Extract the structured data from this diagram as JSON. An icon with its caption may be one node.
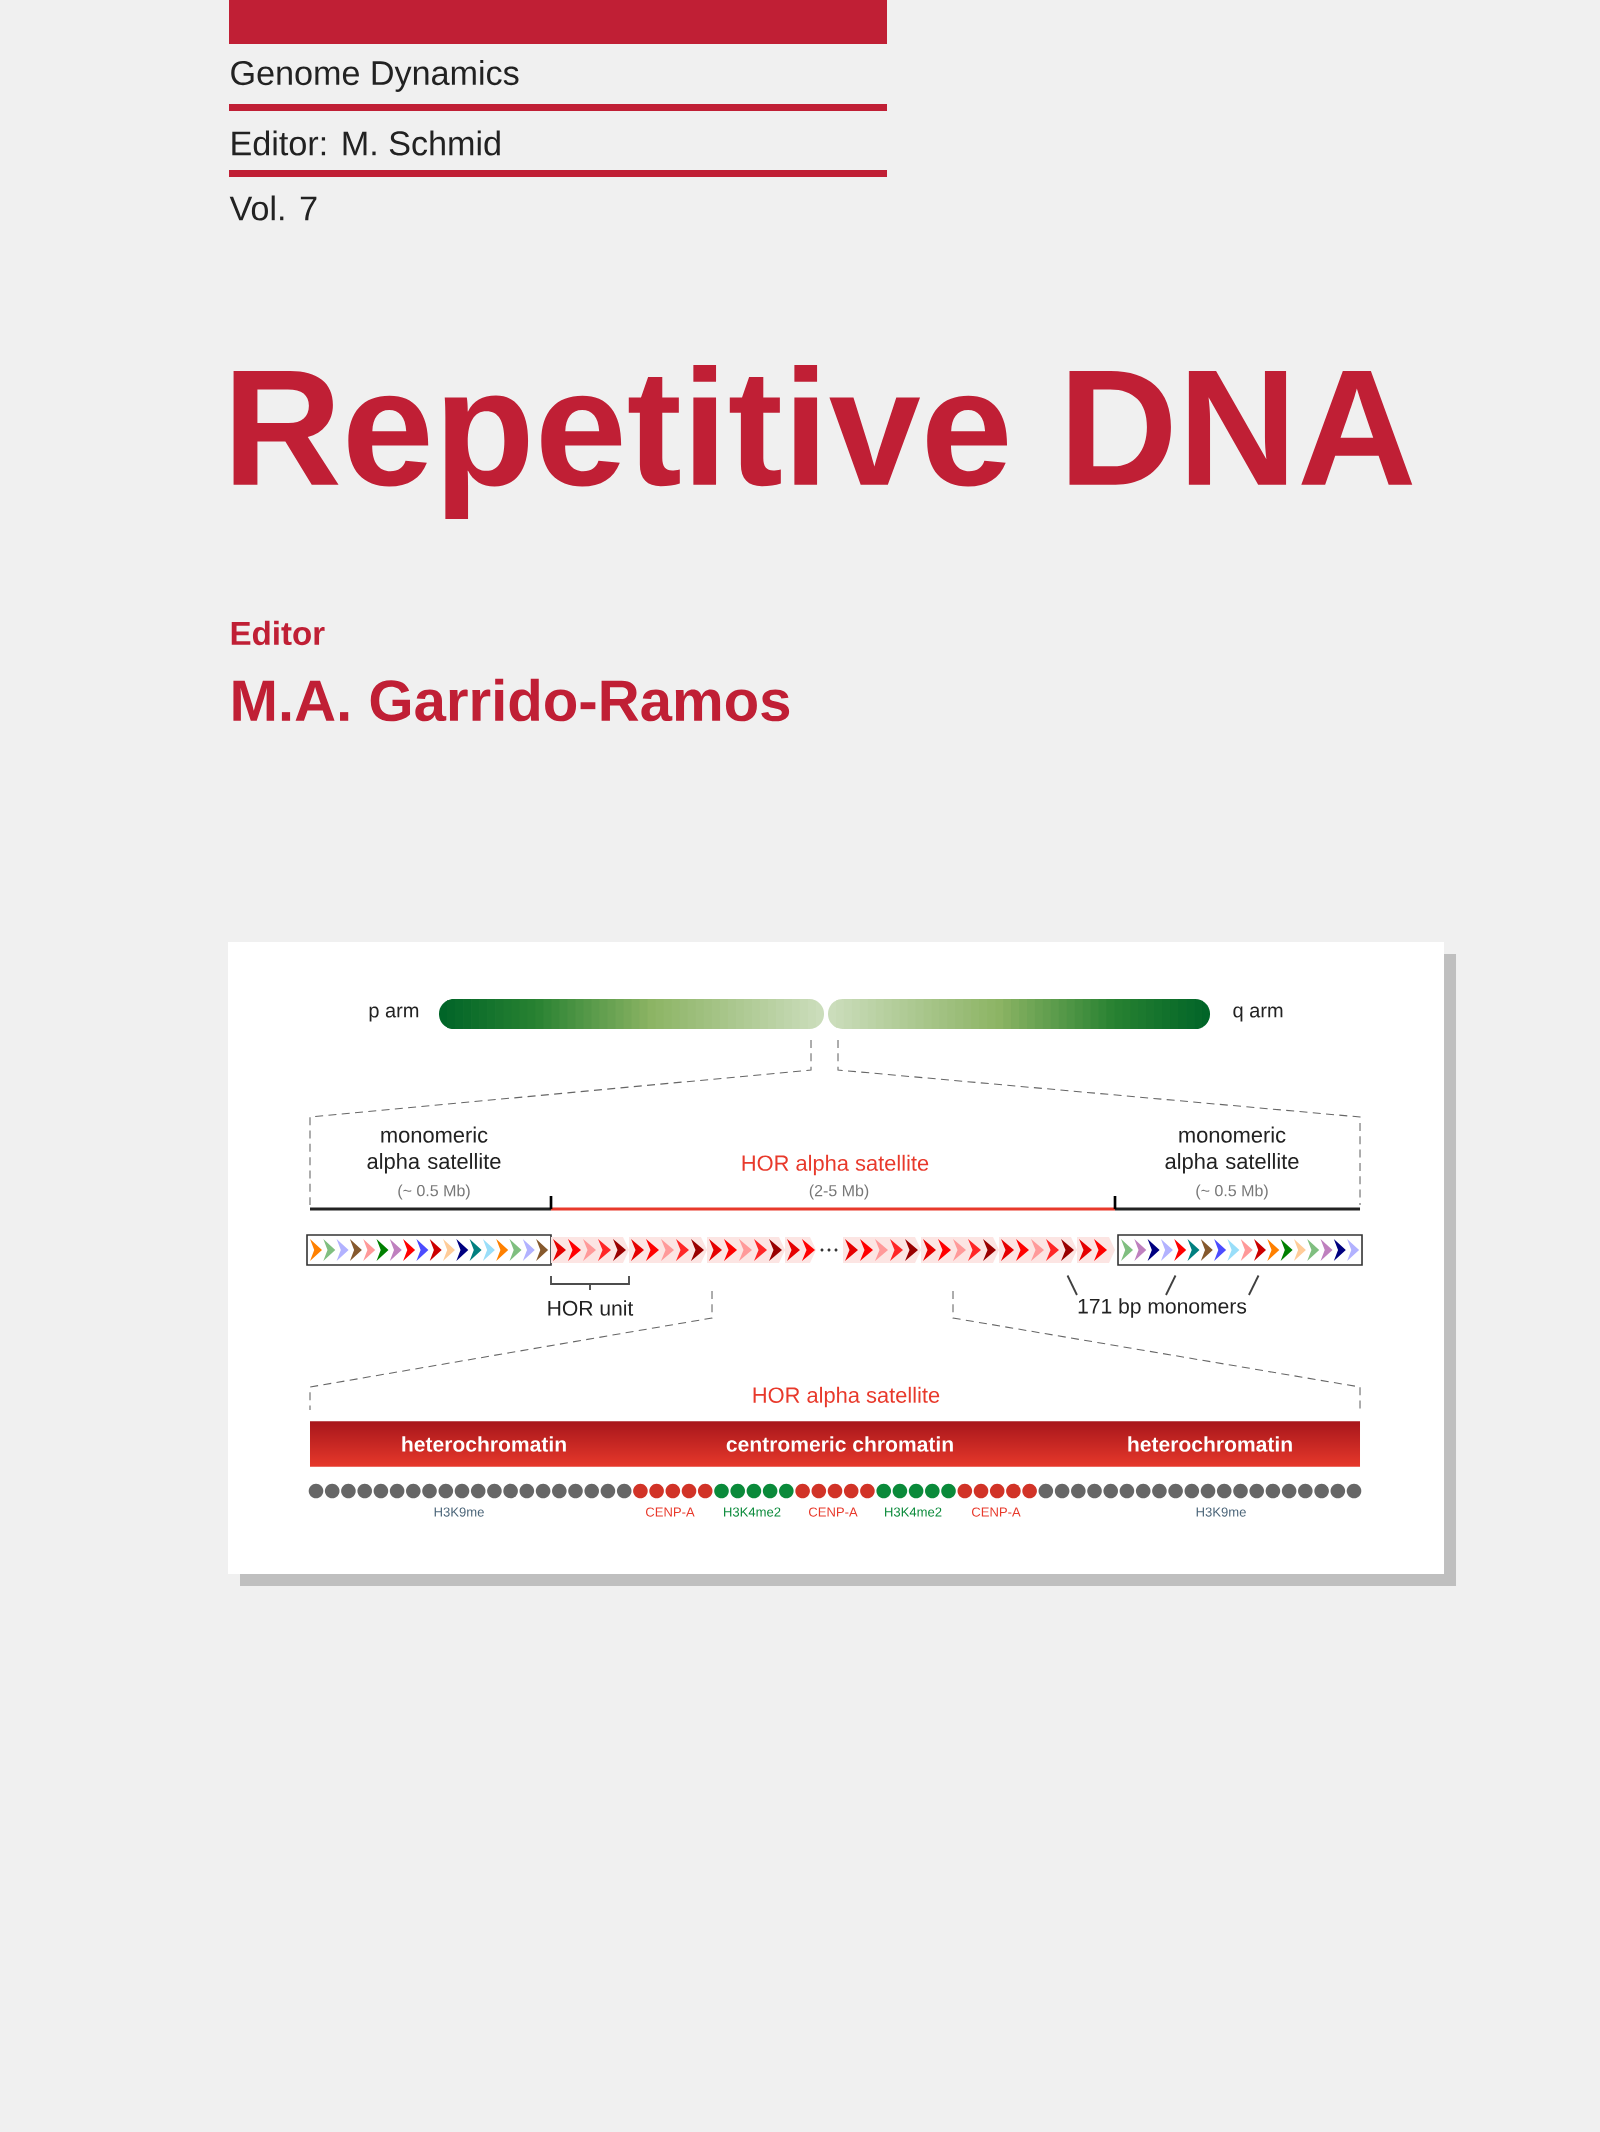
{
  "diagram": {
    "title": "Repetitive DNA",
    "nodes": [
      {
        "text": [
          "171 bp monomers"
        ]
      },
      {
        "text": [
          "heterochromatin",
          "centromeric chromatin",
          "heterochromatin"
        ]
      },
      {
        "text": [],
        "shape": "picture"
      }
    ],
    "edges": [
      {
        "from": 0,
        "to": 2,
        "arrow": "none"
      },
      {
        "from": 0,
        "to": 2,
        "arrow": "none"
      },
      {
        "from": 0,
        "to": 2,
        "arrow": "none"
      }
    ],
    "labels": [
      "Genome Dynamics",
      "Editor: M. Schmid",
      "Vol. 7",
      "Editor",
      "M.A. Garrido-Ramos",
      "p arm",
      "q arm",
      "monomeric alpha satellite",
      "(~ 0.5 Mb)",
      "HOR alpha satellite",
      "(2-5 Mb)",
      "monomeric alpha satellite",
      "(~ 0.5 Mb)",
      "HOR unit",
      "HOR alpha satellite",
      "H3K9me",
      "CENP-A",
      "H3K4me2",
      "CENP-A",
      "H3K4me2",
      "CENP-A",
      "H3K9me"
    ]
  }
}
